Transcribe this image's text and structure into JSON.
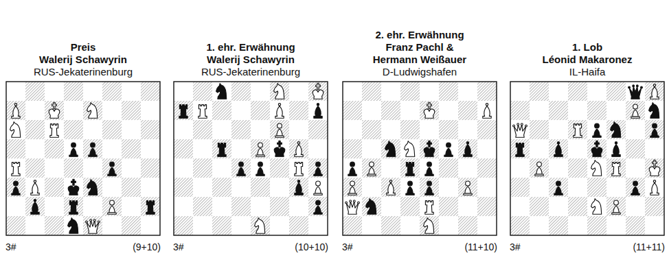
{
  "diagram": {
    "nodes": [
      {
        "text": [
          "Preis",
          "Walerij Schawyrin",
          "RUS-Jekaterinenburg"
        ]
      },
      {
        "text": [
          "1. ehr. Erwähnung",
          "Walerij Schawyrin",
          "RUS-Jekaterinenburg"
        ]
      },
      {
        "text": [
          "2. ehr. Erwähnung",
          "Franz Pachl & Hermann Weißauer",
          "D-Ludwigshafen"
        ]
      },
      {
        "text": [
          "1. Lob",
          "Léonid Makaronez",
          "IL-Haifa"
        ]
      }
    ],
    "labels": [
      "3#",
      "(9+10)",
      "3#",
      "(10+10)",
      "3#",
      "(11+10)",
      "3#",
      "(11+11)"
    ]
  }
}
